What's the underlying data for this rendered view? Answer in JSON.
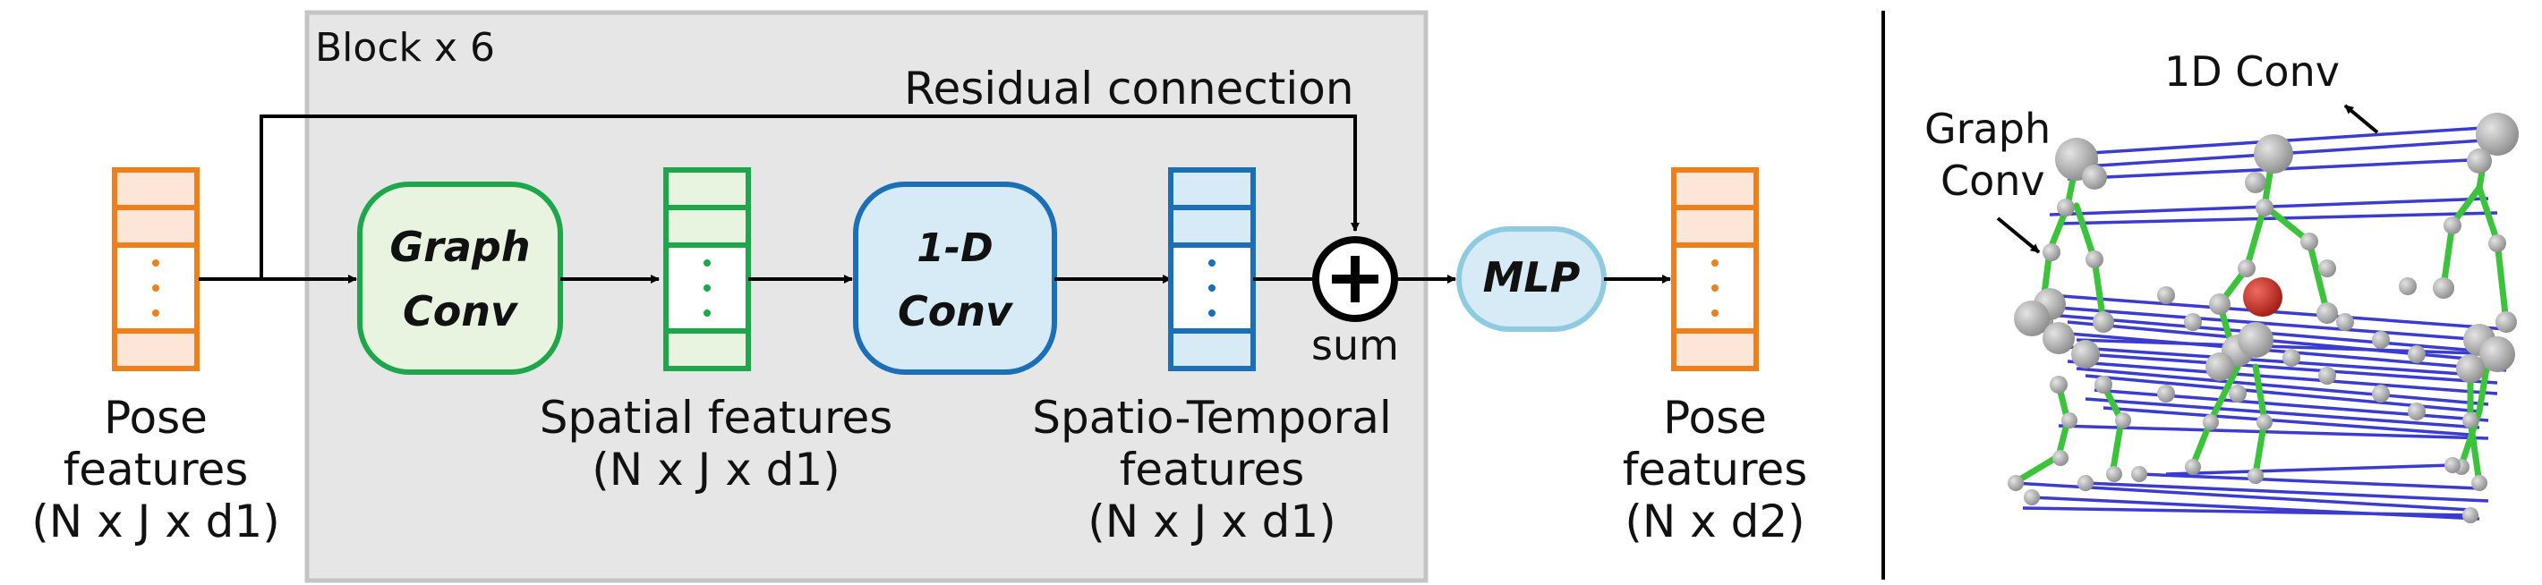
{
  "block": {
    "label": "Block x 6"
  },
  "residual": {
    "label": "Residual connection"
  },
  "input": {
    "line1": "Pose",
    "line2": "features",
    "line3": "(N x J x d1)",
    "color": "#f07f1a",
    "fill": "#fde6d8"
  },
  "graph_conv": {
    "line1": "Graph",
    "line2": "Conv",
    "color": "#1ea64b",
    "fill": "#e8f4e0"
  },
  "spatial": {
    "line1": "Spatial features",
    "line2": "(N x J x d1)",
    "color": "#1ea64b",
    "fill": "#e8f4e0"
  },
  "conv1d": {
    "line1": "1-D",
    "line2": "Conv",
    "color": "#1a6fb8",
    "fill": "#d6ebf5"
  },
  "spatiotemporal": {
    "line1": "Spatio-Temporal",
    "line2": "features",
    "line3": "(N x J x d1)",
    "color": "#1a6fb8",
    "fill": "#d6ebf5"
  },
  "sum": {
    "label": "sum"
  },
  "mlp": {
    "label": "MLP",
    "color": "#8ccbe0",
    "fill": "#d6ebf5"
  },
  "output": {
    "line1": "Pose",
    "line2": "features",
    "line3": "(N x  d2)",
    "color": "#f07f1a",
    "fill": "#fde6d8"
  },
  "right_panel": {
    "graph_conv_label_1": "Graph",
    "graph_conv_label_2": "Conv",
    "conv1d_label": "1D Conv",
    "edge_color_spatial": "#3cc33c",
    "edge_color_temporal": "#3b3bd0",
    "joint_color": "#9c9c9c",
    "highlight_joint_color": "#c8281e"
  }
}
